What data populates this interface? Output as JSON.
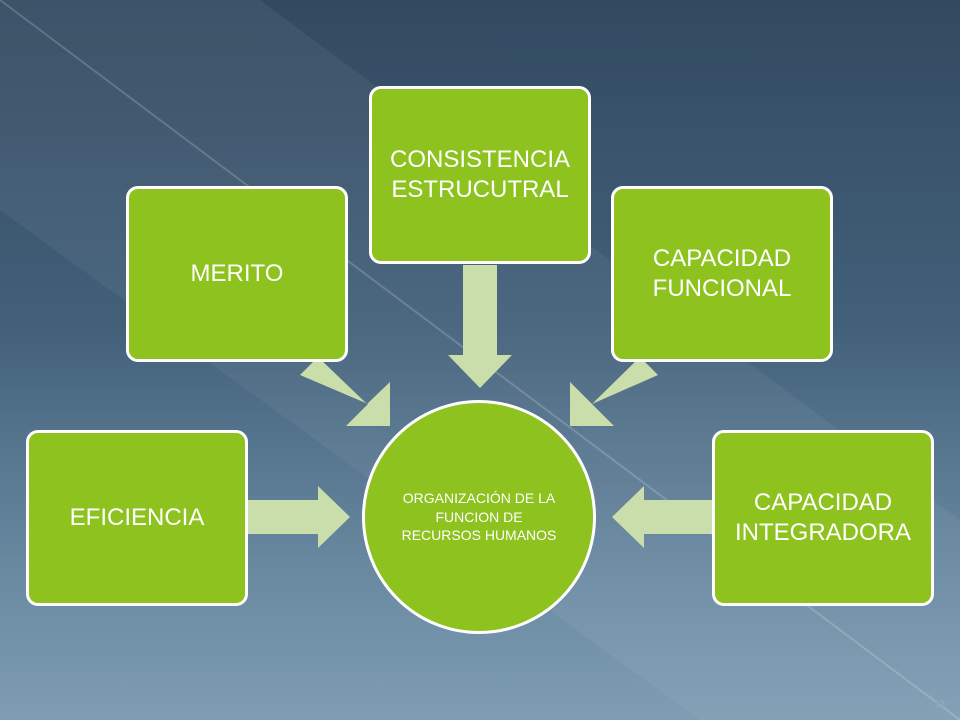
{
  "colors": {
    "node_fill": "#8dc21f",
    "node_border": "#ffffff",
    "arrow_fill": "#c9deaa",
    "text": "#ffffff"
  },
  "diagram": {
    "center": {
      "label": "ORGANIZACIÓN DE LA FUNCION DE RECURSOS HUMANOS"
    },
    "nodes": [
      {
        "id": "eficiencia",
        "label": "EFICIENCIA"
      },
      {
        "id": "merito",
        "label": "MERITO"
      },
      {
        "id": "consistencia",
        "label": "CONSISTENCIA ESTRUCUTRAL"
      },
      {
        "id": "capacidad-funcional",
        "label": "CAPACIDAD FUNCIONAL"
      },
      {
        "id": "capacidad-integradora",
        "label": "CAPACIDAD INTEGRADORA"
      }
    ]
  },
  "footer": {
    "glyph": "»",
    "icon": "double-chevron-icon"
  }
}
